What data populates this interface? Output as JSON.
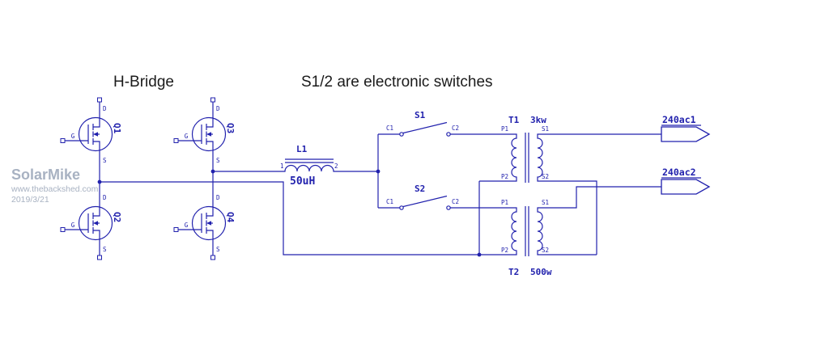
{
  "titles": {
    "left": "H-Bridge",
    "right": "S1/2 are electronic switches"
  },
  "watermark": {
    "name": "SolarMike",
    "url": "www.thebackshed.com",
    "date": "2019/3/21"
  },
  "colors": {
    "wire": "#2121ad",
    "title": "#1b1b1b",
    "watermark": "#a8b2c2"
  },
  "mosfet_pins": {
    "gate": "G",
    "drain": "D",
    "source": "S"
  },
  "mosfets": [
    {
      "ref": "Q1"
    },
    {
      "ref": "Q2"
    },
    {
      "ref": "Q3"
    },
    {
      "ref": "Q4"
    }
  ],
  "inductor": {
    "ref": "L1",
    "value": "50uH",
    "pin1": "1",
    "pin2": "2"
  },
  "switches": [
    {
      "ref": "S1",
      "pin1": "C1",
      "pin2": "C2"
    },
    {
      "ref": "S2",
      "pin1": "C1",
      "pin2": "C2"
    }
  ],
  "transformers": [
    {
      "ref": "T1",
      "rating": "3kw",
      "pins": {
        "p1": "P1",
        "p2": "P2",
        "s1": "S1",
        "s2": "S2"
      }
    },
    {
      "ref": "T2",
      "rating": "500w",
      "pins": {
        "p1": "P1",
        "p2": "P2",
        "s1": "S1",
        "s2": "S2"
      }
    }
  ],
  "ports": [
    {
      "label": "240ac1"
    },
    {
      "label": "240ac2"
    }
  ]
}
